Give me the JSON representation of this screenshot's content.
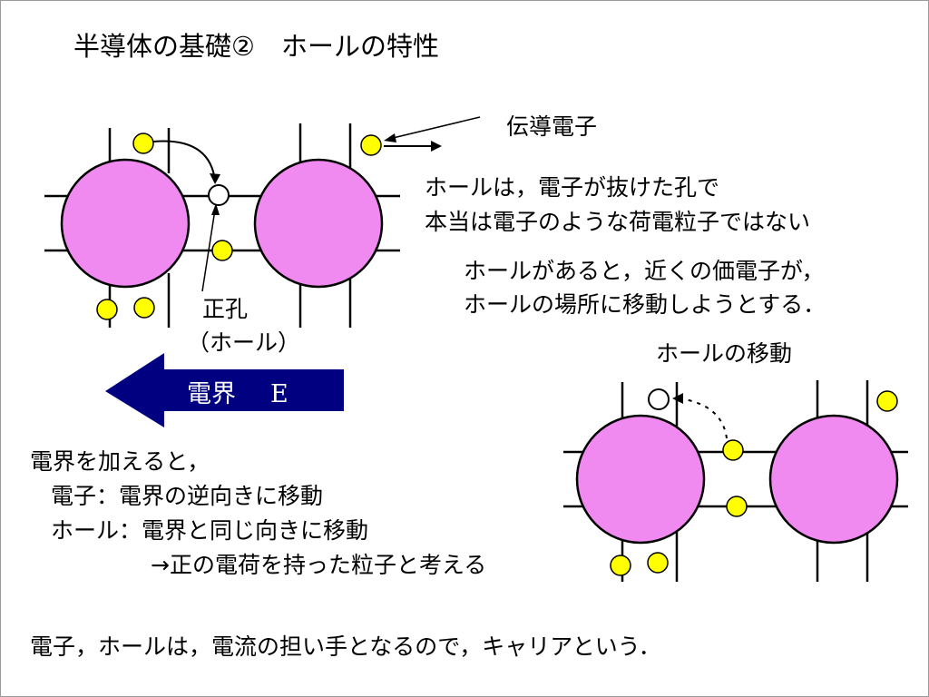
{
  "slide": {
    "title": "半導体の基礎②　ホールの特性",
    "conduction_electron_label": "伝導電子",
    "hole_desc": [
      "ホールは，電子が抜けた孔で",
      "本当は電子のような荷電粒子ではない"
    ],
    "move_desc": [
      "ホールがあると，近くの価電子が，",
      "ホールの場所に移動しようとする．"
    ],
    "hole_label": [
      "正孔",
      "（ホール）"
    ],
    "field_label": "電界",
    "field_symbol": "E",
    "hole_move_label": "ホールの移動",
    "field_effect": [
      "電界を加えると，",
      "電子：電界の逆向きに移動",
      "ホール：電界と同じ向きに移動",
      "→正の電荷を持った粒子と考える"
    ],
    "carrier_text": "電子，ホールは，電流の担い手となるので，キャリアという．"
  },
  "colors": {
    "atom": "#F08AF0",
    "electron": "#FFFF00",
    "arrow_fill": "#000080",
    "arrow_text": "#FFFFFF"
  }
}
